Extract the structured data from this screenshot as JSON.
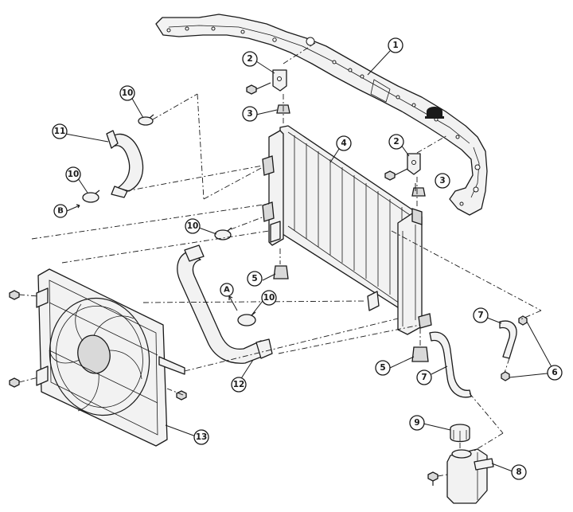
{
  "callouts": [
    "1",
    "2",
    "3",
    "4",
    "5",
    "6",
    "7",
    "8",
    "9",
    "10",
    "11",
    "12",
    "13"
  ],
  "references": [
    "A",
    "B"
  ]
}
